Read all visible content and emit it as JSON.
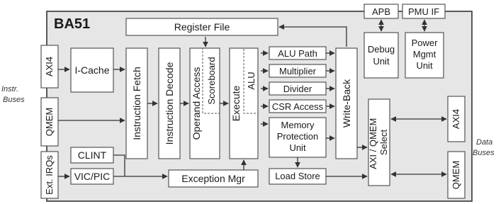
{
  "diagram": {
    "title": "BA51",
    "side_labels": {
      "instr_line1": "Instr.",
      "instr_line2": "Buses",
      "data_line1": "Data",
      "data_line2": "Buses"
    },
    "blocks": {
      "axi4_left": "AXI4",
      "qmem_left": "QMEM",
      "ext_irqs": "Ext. IRQs",
      "icache": "I-Cache",
      "clint": "CLINT",
      "vic_pic": "VIC/PIC",
      "instruction_fetch": "Instruction Fetch",
      "instruction_decode": "Instruction Decode",
      "operand_access": "Operand Access",
      "scoreboard": "Scoreboard",
      "execute": "Execute",
      "alu": "ALU",
      "register_file": "Register File",
      "alu_path": "ALU Path",
      "multiplier": "Multiplier",
      "divider": "Divider",
      "csr_access": "CSR Access",
      "mpu_line1": "Memory",
      "mpu_line2": "Protection",
      "mpu_line3": "Unit",
      "write_back": "Write-Back",
      "exception_mgr": "Exception Mgr",
      "load_store": "Load Store",
      "axi_qmem_line1": "AXI / QMEM",
      "axi_qmem_line2": "Select",
      "apb": "APB",
      "pmu_if": "PMU IF",
      "debug_line1": "Debug",
      "debug_line2": "Unit",
      "power_line1": "Power",
      "power_line2": "Mgmt",
      "power_line3": "Unit",
      "axi4_right": "AXI4",
      "qmem_right": "QMEM"
    },
    "colors": {
      "core_fill": "#e6e6e6",
      "block_fill": "#ffffff",
      "stroke": "#333333"
    }
  }
}
